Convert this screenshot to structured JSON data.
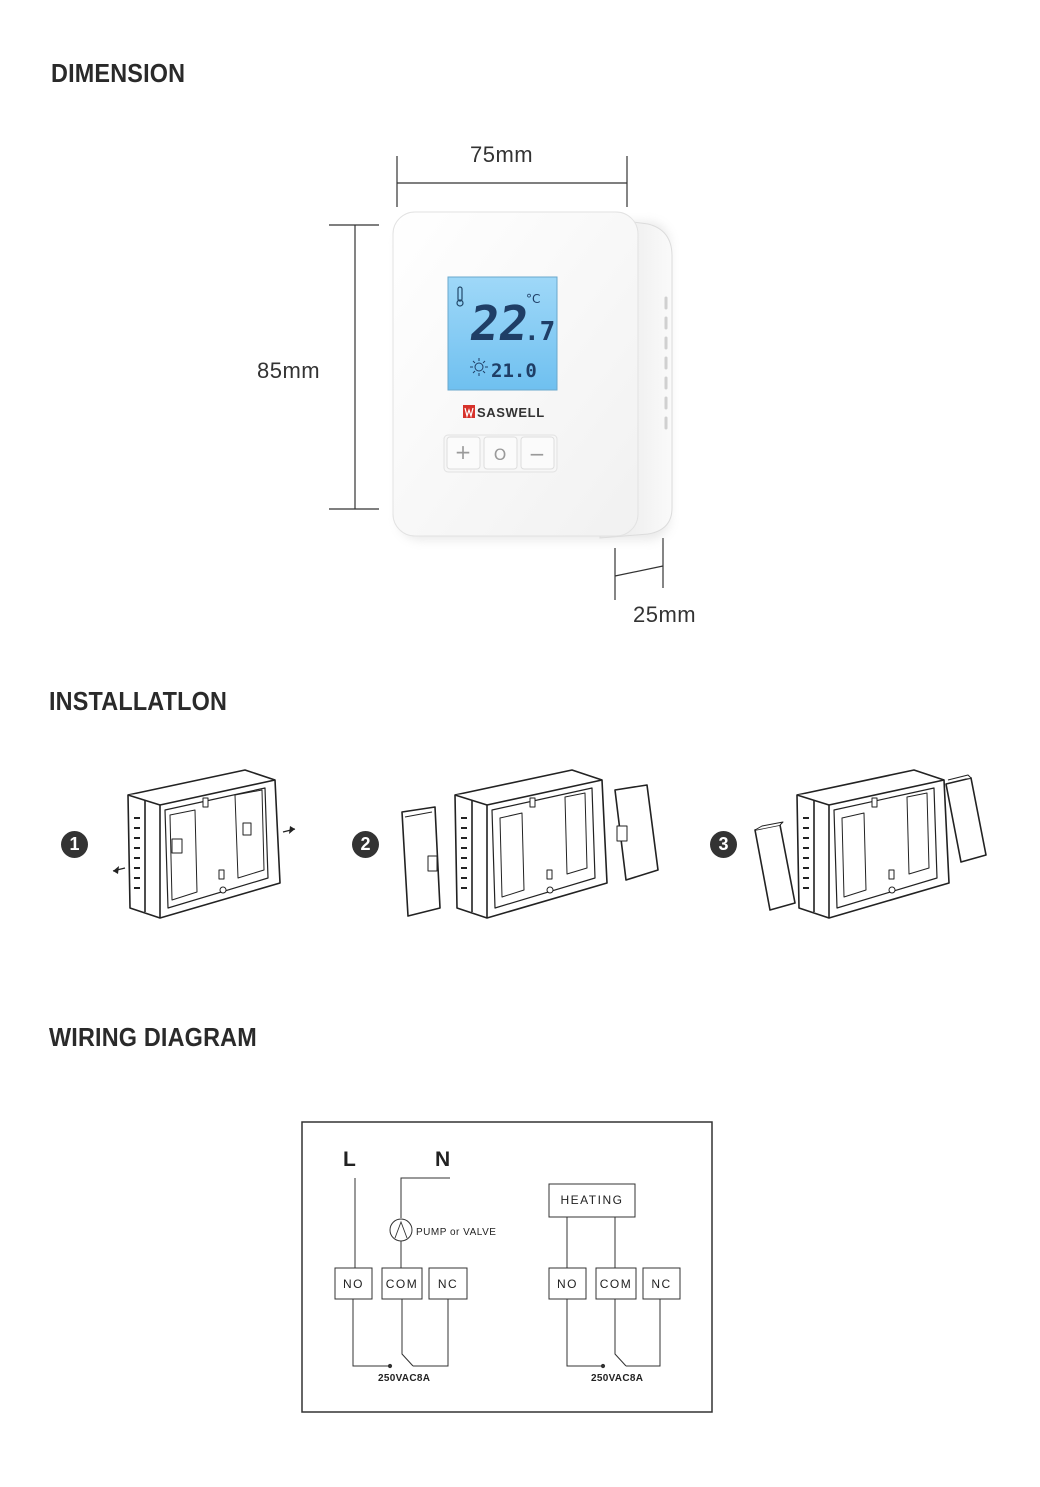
{
  "sections": {
    "dimension": "DIMENSION",
    "installation": "INSTALLATLON",
    "wiring": "WIRING DIAGRAM"
  },
  "dimensions": {
    "width": "75mm",
    "height": "85mm",
    "depth": "25mm"
  },
  "thermostat": {
    "brand": "SASWELL",
    "temperature_big": "22",
    "temperature_decimal": ".7",
    "unit": "°C",
    "setpoint": "21.0",
    "buttons": [
      "+",
      "O",
      "−"
    ]
  },
  "installation": {
    "steps": [
      "1",
      "2",
      "3"
    ]
  },
  "wiring": {
    "line_label": "L",
    "neutral_label": "N",
    "pump_label": "PUMP or VALVE",
    "heating_label": "HEATING",
    "left_terminals": [
      "NO",
      "COM",
      "NC"
    ],
    "right_terminals": [
      "NO",
      "COM",
      "NC"
    ],
    "left_rating": "250VAC8A",
    "right_rating": "250VAC8A"
  }
}
